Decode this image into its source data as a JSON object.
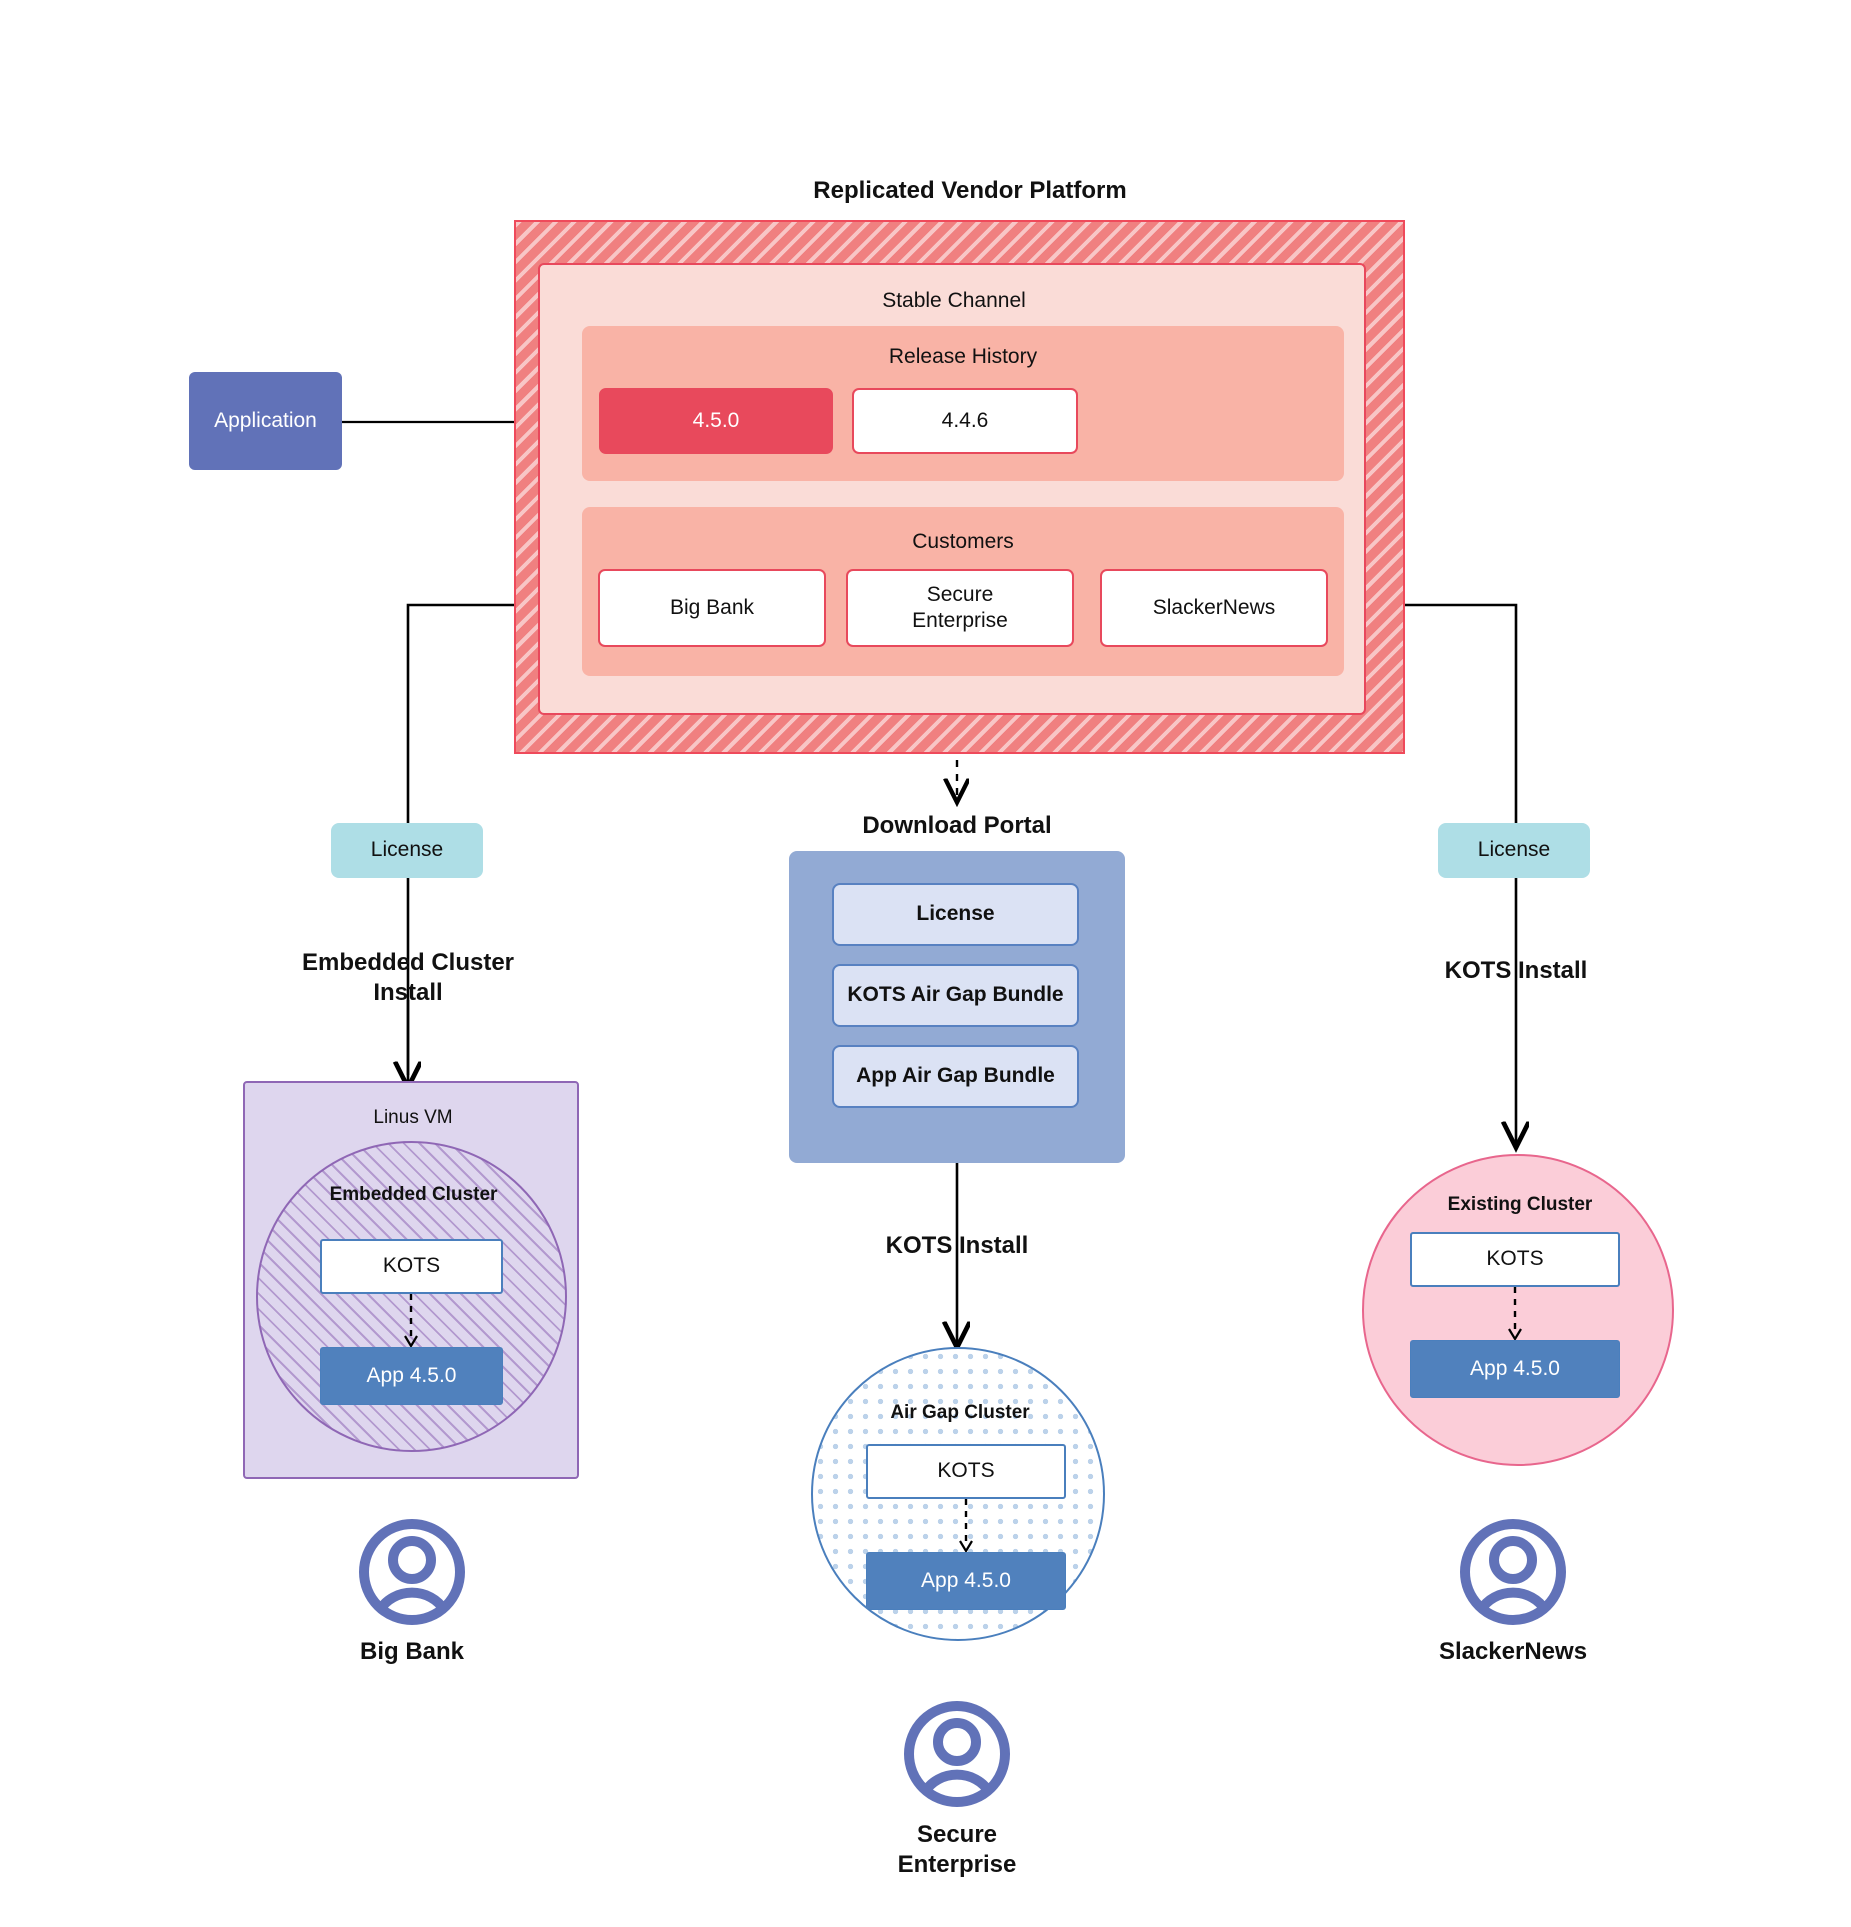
{
  "diagram": {
    "title": "Replicated Vendor Platform"
  },
  "application": {
    "label": "Application"
  },
  "platform": {
    "channel_title": "Stable Channel",
    "release_history_title": "Release History",
    "releases": [
      {
        "version": "4.5.0",
        "state": "current"
      },
      {
        "version": "4.4.6",
        "state": "past"
      }
    ],
    "customers_title": "Customers",
    "customers": [
      {
        "name": "Big Bank"
      },
      {
        "name": "Secure\nEnterprise"
      },
      {
        "name": "SlackerNews"
      }
    ]
  },
  "edges": {
    "left_license": "License",
    "right_license": "License",
    "left_install": "Embedded Cluster\nInstall",
    "middle_install": "KOTS Install",
    "right_install": "KOTS Install"
  },
  "download_portal": {
    "title": "Download  Portal",
    "items": [
      {
        "label": "License"
      },
      {
        "label": "KOTS Air Gap Bundle"
      },
      {
        "label": "App Air Gap Bundle"
      }
    ]
  },
  "left_branch": {
    "vm_title": "Linus VM",
    "cluster_title": "Embedded Cluster",
    "kots_label": "KOTS",
    "app_label": "App 4.5.0",
    "customer_label": "Big Bank",
    "avatar_icon": "user-avatar-icon"
  },
  "middle_branch": {
    "cluster_title": "Air Gap Cluster",
    "kots_label": "KOTS",
    "app_label": "App 4.5.0",
    "customer_label": "Secure\nEnterprise",
    "avatar_icon": "user-avatar-icon"
  },
  "right_branch": {
    "cluster_title": "Existing Cluster",
    "kots_label": "KOTS",
    "app_label": "App 4.5.0",
    "customer_label": "SlackerNews",
    "avatar_icon": "user-avatar-icon"
  },
  "colors": {
    "platform_hatch": "#f08080",
    "platform_border": "#ef4a5b",
    "channel_bg": "#fadcd7",
    "band_bg": "#f9b3a6",
    "release_current": "#e8495c",
    "application": "#6172b8",
    "license": "#aedee6",
    "portal": "#92aad4",
    "portal_item": "#dbe2f4",
    "vm": "#ded6ee",
    "vm_border": "#8f67b5",
    "airgap_border": "#4a7fbd",
    "existing": "#fbcdd8",
    "existing_border": "#e8668d",
    "app_box": "#5081bd",
    "avatar": "#6172b8"
  }
}
